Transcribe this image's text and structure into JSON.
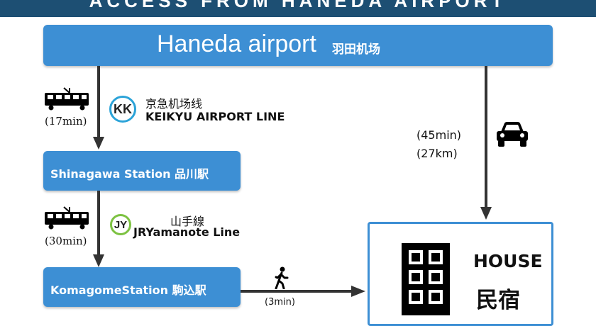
{
  "header": {
    "title": "ACCESS FROM HANEDA AIRPORT"
  },
  "airport": {
    "name_en": "Haneda airport",
    "name_cn": "羽田机场",
    "icon": "airplane-icon"
  },
  "keikyu": {
    "badge": "KK",
    "name_cn": "京急机场线",
    "name_en": "KEIKYU AIRPORT LINE",
    "time": "(17min)",
    "color": "#2ba3d8"
  },
  "shinagawa": {
    "label": "Shinagawa Station  品川駅"
  },
  "yamanote": {
    "badge": "JY",
    "name_cn": "山手線",
    "name_en": "JRYamanote Line",
    "time": "(30min)",
    "color": "#7dc242"
  },
  "komagome": {
    "label": "KomagomeStation  駒込駅"
  },
  "walk": {
    "time": "(3min)",
    "icon": "walking-person-icon"
  },
  "car": {
    "time": "(45min)",
    "distance": "(27km)",
    "icon": "car-icon"
  },
  "house": {
    "name_en": "HOUSE",
    "name_cn": "民宿",
    "icon": "building-icon"
  },
  "colors": {
    "header": "#1d4f73",
    "box": "#3d8fd4",
    "arrow": "#333333"
  }
}
